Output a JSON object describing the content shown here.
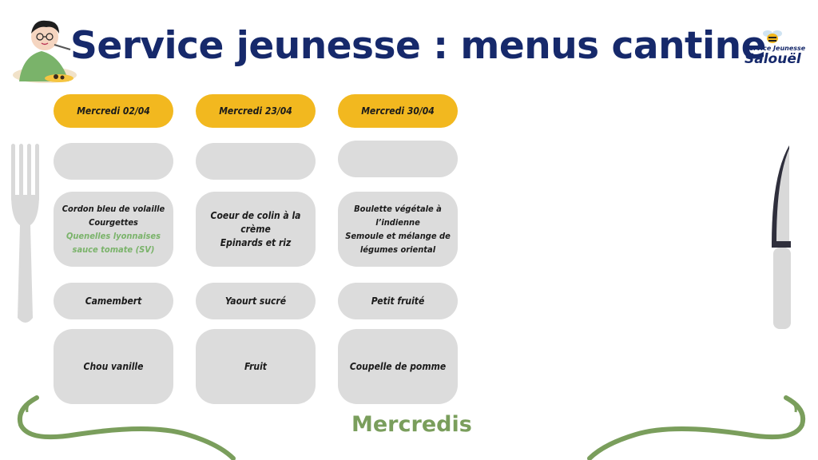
{
  "header": {
    "title": "Service jeunesse : menus cantine"
  },
  "logo": {
    "line1": "Service Jeunesse",
    "line2": "Salouël"
  },
  "days": [
    {
      "label": "Mercredi 02/04",
      "starter": "",
      "main": {
        "lines": [
          "Cordon bleu de volaille",
          "Courgettes"
        ],
        "green": "Quenelles lyonnaises sauce tomate (SV)"
      },
      "dairy": "Camembert",
      "dessert": "Chou vanille"
    },
    {
      "label": "Mercredi 23/04",
      "starter": "",
      "main": {
        "lines": [
          "Coeur de colin à la crème",
          "Epinards et riz"
        ],
        "green": ""
      },
      "dairy": "Yaourt sucré",
      "dessert": "Fruit"
    },
    {
      "label": "Mercredi 30/04",
      "starter": "",
      "main": {
        "lines": [
          "Boulette végétale à l’indienne",
          "Semoule et mélange de légumes oriental"
        ],
        "green": ""
      },
      "dairy": "Petit fruité",
      "dessert": "Coupelle de pomme"
    }
  ],
  "footer": {
    "label": "Mercredis"
  },
  "colors": {
    "title": "#16296b",
    "header_pill": "#f2b81f",
    "cell": "#dcdcdc",
    "green": "#7a9e5c"
  },
  "icons": [
    "child-eating-icon",
    "bee-logo-icon",
    "fork-icon",
    "knife-icon",
    "swirl-left-icon",
    "swirl-right-icon"
  ]
}
